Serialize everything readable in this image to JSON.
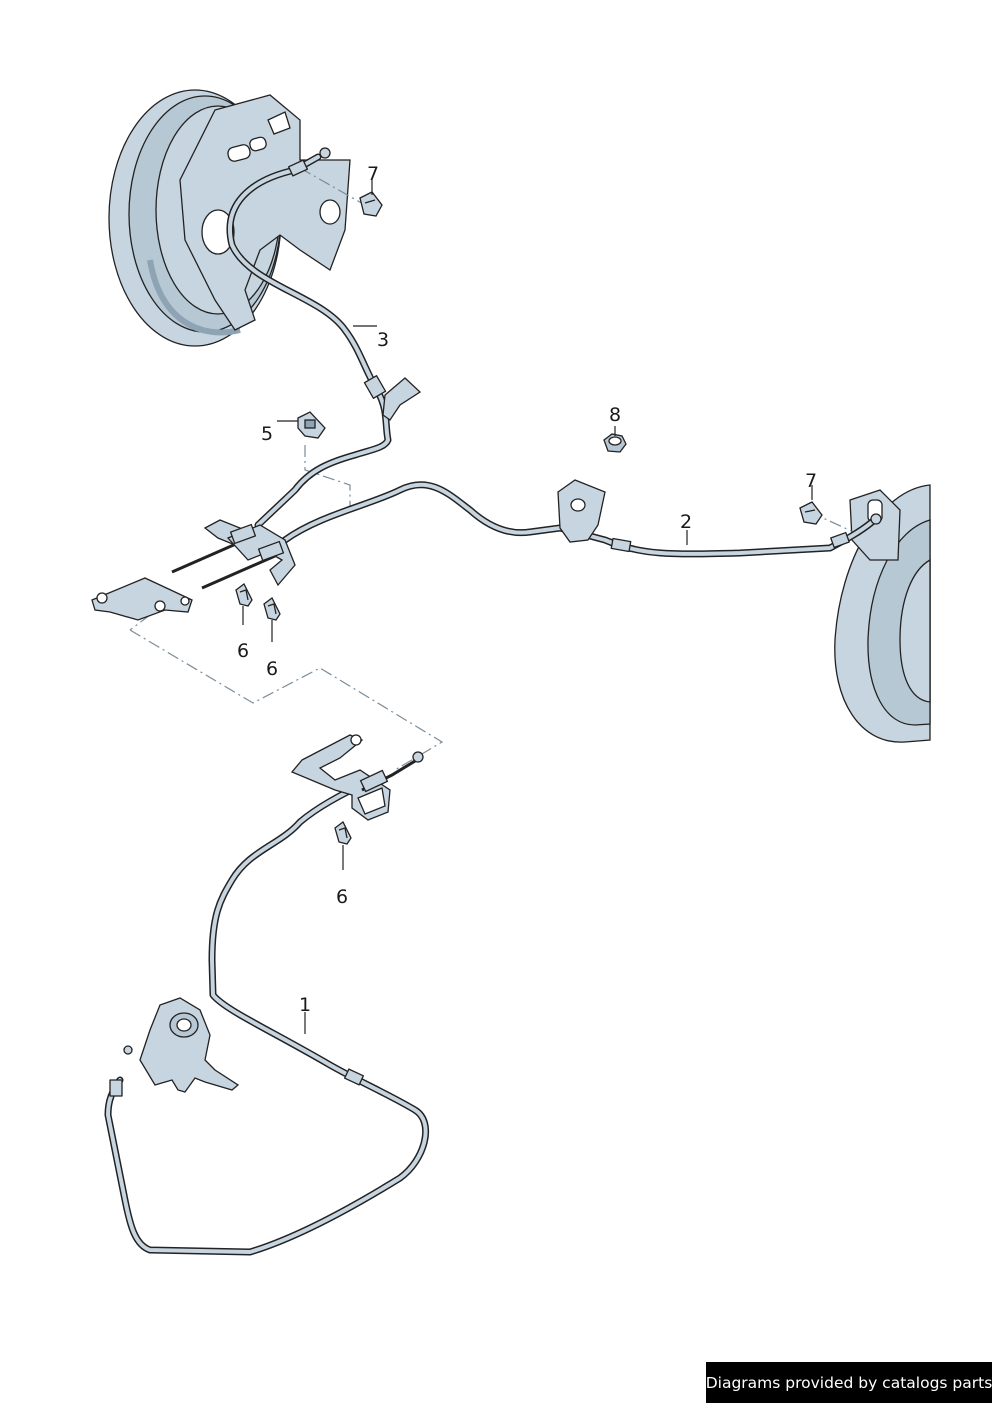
{
  "callouts": {
    "c1": "1",
    "c2": "2",
    "c3": "3",
    "c5": "5",
    "c6a": "6",
    "c6b": "6",
    "c6c": "6",
    "c7a": "7",
    "c7b": "7",
    "c8": "8"
  },
  "footer": {
    "credit": "Diagrams provided by catalogs parts"
  },
  "colors": {
    "part_fill": "#c7d5e0",
    "part_shadow": "#a9bccb",
    "line": "#222222",
    "dash": "#7a8c99"
  }
}
